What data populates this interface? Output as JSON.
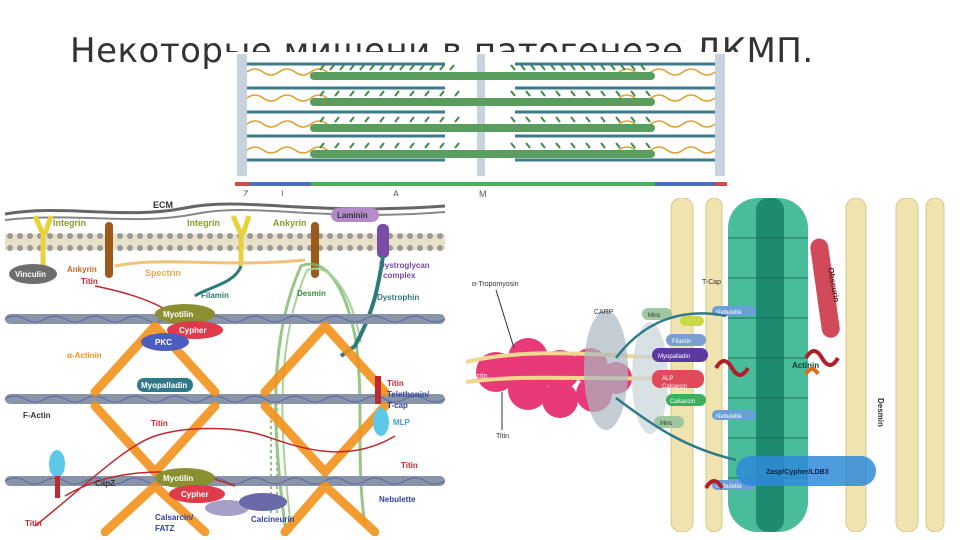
{
  "slide": {
    "title": "Некоторые мишени в патогенезе ДКМП."
  },
  "sarcomere": {
    "band_labels": [
      "Z",
      "I",
      "A",
      "M"
    ]
  },
  "left_diagram": {
    "labels": {
      "ecm": "ECM",
      "integrin1": "Integrin",
      "integrin2": "Integrin",
      "ankyrin_top": "Ankyrin",
      "laminin": "Laminin",
      "vinculin": "Vinculin",
      "ankyrin_side": "Ankyrin",
      "titin_side": "Titin",
      "spectrin": "Spectrin",
      "dystroglycan": "Dystroglycan",
      "complex": "complex",
      "filamin": "Filamin",
      "desmin": "Desmin",
      "dystrophin": "Dystrophin",
      "myotilin_top": "Myotilin",
      "cypher_top": "Cypher",
      "pkc": "PKC",
      "alpha_actinin": "α-Actinin",
      "myopalladin": "Myopalladin",
      "titin_right": "Titin",
      "telethonin": "Telethonin/",
      "tcap": "T-cap",
      "mlp": "MLP",
      "factin": "F-Actin",
      "titin_mid": "Titin",
      "titin_right2": "Titin",
      "capz": "CapZ",
      "myotilin_bottom": "Myotilin",
      "cypher_bottom": "Cypher",
      "nebulette": "Nebulette",
      "titin_bottom": "Titin",
      "calsarcin": "Calsarcin/",
      "fatz": "FATZ",
      "calcineurin": "Calcineurin"
    }
  },
  "right_diagram": {
    "labels": {
      "tropomyosin": "α-Tropomyosin",
      "carp": "CARP",
      "tcap": "T-Cap",
      "actin": "Actin",
      "titin": "Titin",
      "minc1": "Minc",
      "filamin": "Filamin",
      "myopalladin": "Myopalladin",
      "alp": "ALP",
      "calsarcin1": "Calsarcin",
      "calsarcin2": "Calsarcin",
      "nebulette_top": "Nebulette",
      "nebulette_mid": "Nebulette",
      "nebulette_bot": "Nebulette",
      "minc2": "Minc",
      "zasp": "Zasp/Cypher/LDB3",
      "actinin": "Actinin",
      "obscurin": "Obscurin",
      "desmin": "Desmin"
    }
  },
  "colors": {
    "title": "#333333",
    "actin_filament": "#3d7a8a",
    "zline": "#c8d3e0",
    "aband_green": "#4bb05a",
    "alpha_actinin": "#f2921b",
    "titin": "#c0282d",
    "desmin": "#6aa05f",
    "actinin_3d": "#28b08a"
  }
}
